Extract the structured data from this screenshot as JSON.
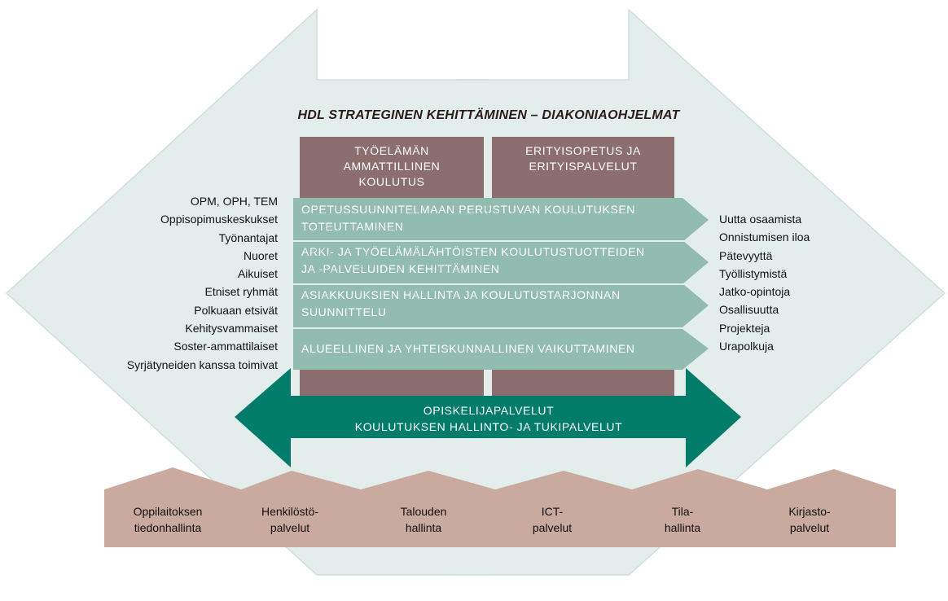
{
  "title": "HDL STRATEGINEN KEHITTÄMINEN – DIAKONIAOHJELMAT",
  "columns": [
    [
      "TYÖELÄMÄN",
      "AMMATTILLINEN",
      "KOULUTUS"
    ],
    [
      "ERITYISOPETUS JA",
      "ERITYISPALVELUT"
    ]
  ],
  "bands": [
    [
      "OPETUSSUUNNITELMAAN PERUSTUVAN KOULUTUKSEN",
      "TOTEUTTAMINEN"
    ],
    [
      "ARKI- JA TYÖELÄMÄLÄHTÖISTEN KOULUTUSTUOTTEIDEN",
      "JA -PALVELUIDEN KEHITTÄMINEN"
    ],
    [
      "ASIAKKUUKSIEN HALLINTA JA KOULUTUSTARJONNAN",
      "SUUNNITTELU"
    ],
    [
      "ALUEELLINEN JA YHTEISKUNNALLINEN VAIKUTTAMINEN"
    ]
  ],
  "left_list": [
    "OPM, OPH, TEM",
    "Oppisopimuskeskukset",
    "Työnantajat",
    "Nuoret",
    "Aikuiset",
    "Etniset ryhmät",
    "Polkuaan etsivät",
    "Kehitysvammaiset",
    "Soster-ammattilaiset",
    "Syrjätyneiden kanssa toimivat"
  ],
  "right_list": [
    "Uutta osaamista",
    "Onnistumisen iloa",
    "Pätevyyttä",
    "Työllistymistä",
    "Jatko-opintoja",
    "Osallisuutta",
    "Projekteja",
    "Urapolkuja"
  ],
  "arrow": [
    "OPISKELIJAPALVELUT",
    "KOULUTUKSEN HALLINTO- JA TUKIPALVELUT"
  ],
  "bottom": [
    [
      "Oppilaitoksen",
      "tiedonhallinta"
    ],
    [
      "Henkilöstö-",
      "palvelut"
    ],
    [
      "Talouden",
      "hallinta"
    ],
    [
      "ICT-",
      "palvelut"
    ],
    [
      "Tila-",
      "hallinta"
    ],
    [
      "Kirjasto-",
      "palvelut"
    ]
  ],
  "colors": {
    "background_arrow": "#e3eeec",
    "background_arrow_stroke": "#cfdfdc",
    "column": "#8c6e6e",
    "band": "#92bcb0",
    "arrow": "#017c6b",
    "bottom": "#caa99e"
  }
}
